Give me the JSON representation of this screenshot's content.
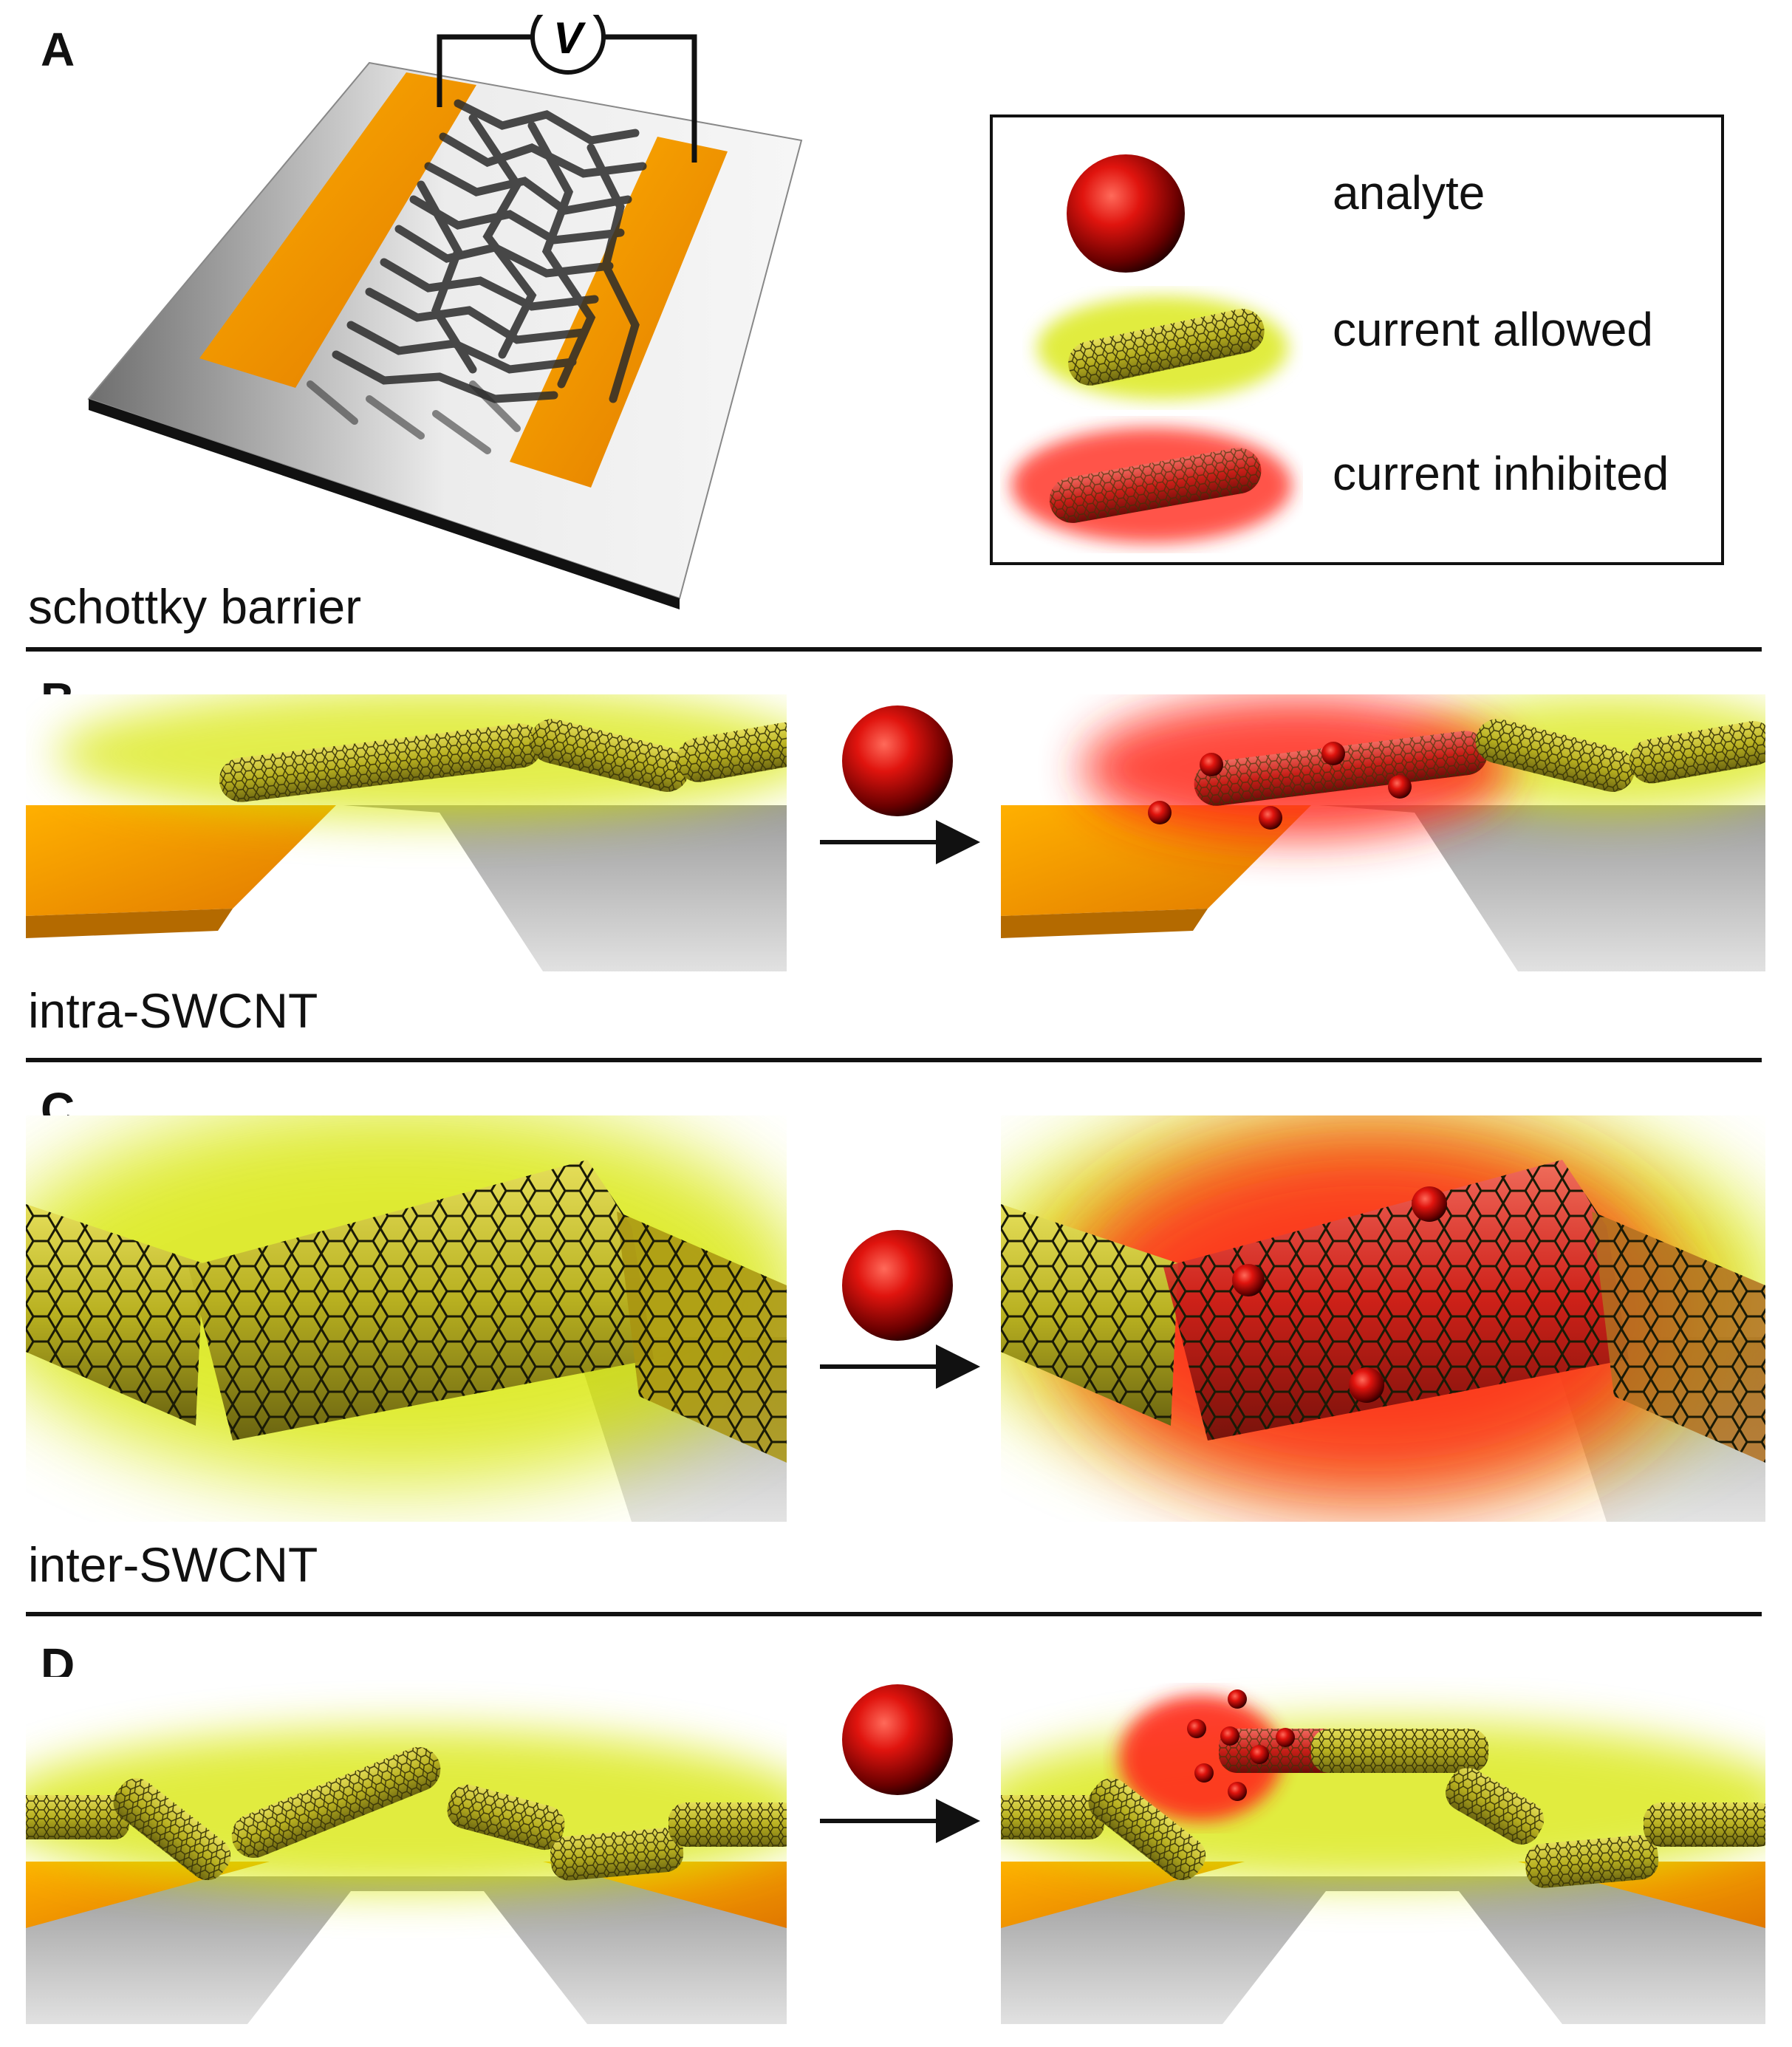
{
  "panels": {
    "a": {
      "label": "A",
      "meter_symbol": "V",
      "caption": "schottky barrier"
    },
    "b": {
      "label": "B",
      "caption": "intra-SWCNT"
    },
    "c": {
      "label": "C",
      "caption": "inter-SWCNT"
    },
    "d": {
      "label": "D"
    }
  },
  "legend": {
    "items": [
      {
        "label": "analyte"
      },
      {
        "label": "current allowed"
      },
      {
        "label": "current inhibited"
      }
    ]
  },
  "colors": {
    "electrode": "#f2a000",
    "allowed_glow": "#d7e600",
    "inhibited_glow": "#ff2a1a",
    "tube_yellow": "#c9c020",
    "tube_red": "#d8322a",
    "substrate": "#9a9a9a"
  },
  "icons": [
    "voltmeter-icon",
    "analyte-sphere-icon",
    "arrow-right-icon",
    "nanotube-icon"
  ]
}
